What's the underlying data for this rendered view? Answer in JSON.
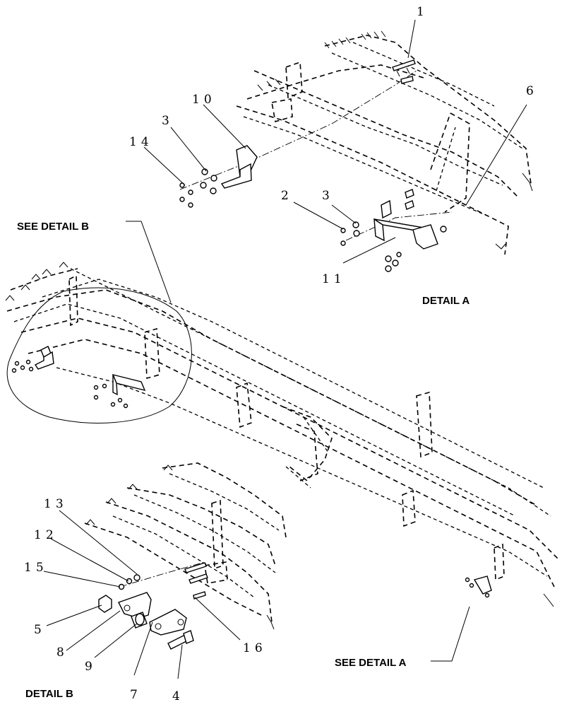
{
  "labels": {
    "detail_a": "DETAIL A",
    "detail_b": "DETAIL B",
    "see_detail_a": "SEE DETAIL  A",
    "see_detail_b": "SEE DETAIL  B"
  },
  "callouts": {
    "c1": "1",
    "c2": "2",
    "c3a": "3",
    "c3b": "3",
    "c4": "4",
    "c5": "5",
    "c6": "6",
    "c7": "7",
    "c8": "8",
    "c9": "9",
    "c10": "10",
    "c11": "11",
    "c12": "12",
    "c13": "13",
    "c14": "14",
    "c15": "15",
    "c16": "16"
  }
}
